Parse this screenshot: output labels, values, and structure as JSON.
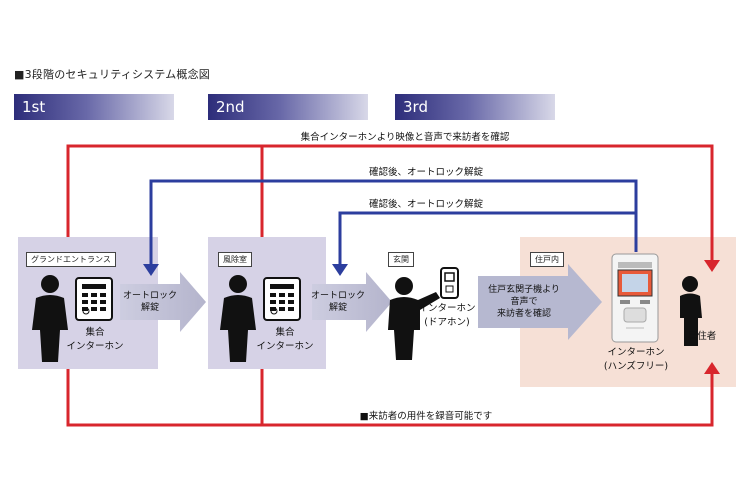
{
  "page_title": "■3段階のセキュリティシステム概念図",
  "stages": [
    "1st",
    "2nd",
    "3rd"
  ],
  "zones": {
    "grand_entrance": "グランドエントランス",
    "windbreak_room": "風除室",
    "entrance": "玄関",
    "residence": "住戸内"
  },
  "lines": {
    "top_red": "集合インターホンより映像と音声で来訪者を確認",
    "blue_1": "確認後、オートロック解錠",
    "blue_2": "確認後、オートロック解錠",
    "bottom_red": "■来訪者の用件を録音可能です"
  },
  "arrows": {
    "autolock_1": [
      "オートロック",
      "解錠"
    ],
    "autolock_2": [
      "オートロック",
      "解錠"
    ],
    "sub_unit": [
      "住戸玄関子機より",
      "音声で",
      "来訪者を確認"
    ]
  },
  "devices": {
    "intercom_1": [
      "集合",
      "インターホン"
    ],
    "intercom_2": [
      "集合",
      "インターホン"
    ],
    "door_phone": [
      "インターホン",
      "(ドアホン)"
    ],
    "handsfree": [
      "インターホン",
      "(ハンズフリー)"
    ],
    "resident": "居住者"
  },
  "colors": {
    "red": "#d8262d",
    "blue": "#2c3e9e",
    "purple_zone": "#d6d2e6",
    "pink_zone": "#f6e0d6"
  }
}
